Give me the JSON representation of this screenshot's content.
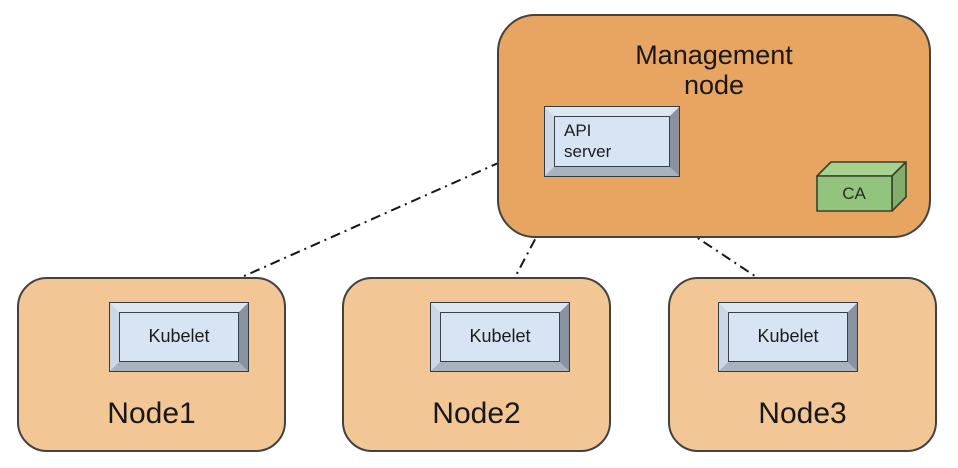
{
  "management_node": {
    "title_line1": "Management",
    "title_line2": "node",
    "api_server_line1": "API",
    "api_server_line2": "server",
    "ca_label": "CA"
  },
  "worker_nodes": [
    {
      "label": "Node1",
      "component_label": "Kubelet"
    },
    {
      "label": "Node2",
      "component_label": "Kubelet"
    },
    {
      "label": "Node3",
      "component_label": "Kubelet"
    }
  ],
  "connections": [
    {
      "from": "API server",
      "to": "Kubelet (Node1)",
      "bidirectional": true,
      "style": "dash-dot"
    },
    {
      "from": "API server",
      "to": "Kubelet (Node2)",
      "bidirectional": true,
      "style": "dash-dot"
    },
    {
      "from": "API server",
      "to": "Kubelet (Node3)",
      "bidirectional": true,
      "style": "dash-dot"
    },
    {
      "from": "API server",
      "to": "CA",
      "bidirectional": true,
      "style": "dash-dot"
    }
  ],
  "colors": {
    "management_node_fill": "#e8a561",
    "worker_node_fill": "#f2c795",
    "component_face": "#d7e4f4",
    "component_bevel_light": "#dde7f2",
    "component_bevel_dark": "#89939f",
    "ca_front": "#93c47d",
    "ca_top": "#a7d18f",
    "ca_side": "#82ad6b",
    "outline": "#424242",
    "arrow": "#161616"
  }
}
